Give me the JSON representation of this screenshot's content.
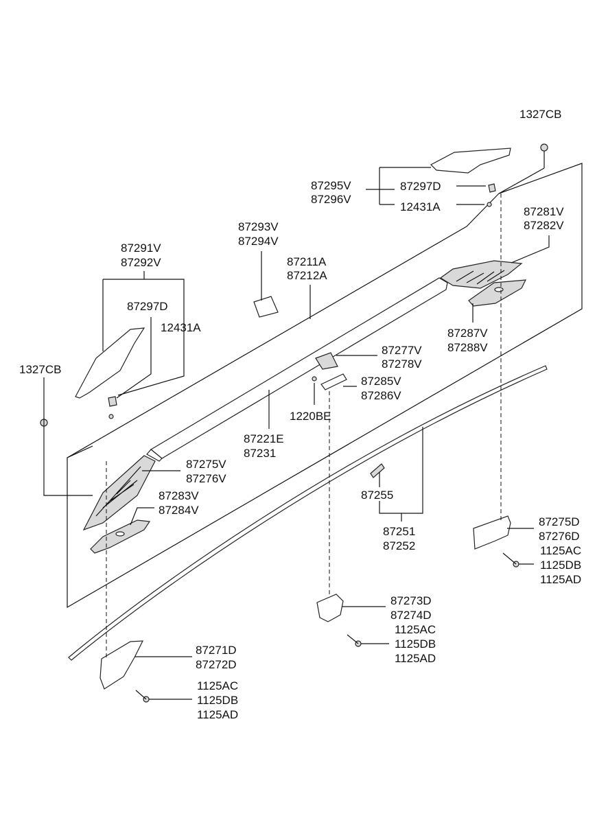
{
  "callouts": {
    "c1327cb_top": "1327CB",
    "c87295v": "87295V",
    "c87296v": "87296V",
    "c87297d_top": "87297D",
    "c12431a_top": "12431A",
    "c87281v": "87281V",
    "c87282v": "87282V",
    "c87293v": "87293V",
    "c87294v": "87294V",
    "c87291v": "87291V",
    "c87292v": "87292V",
    "c87211a": "87211A",
    "c87212a": "87212A",
    "c87297d_left": "87297D",
    "c12431a_left": "12431A",
    "c87287v": "87287V",
    "c87288v": "87288V",
    "c87277v": "87277V",
    "c87278v": "87278V",
    "c87285v": "87285V",
    "c87286v": "87286V",
    "c1327cb_left": "1327CB",
    "c1220be": "1220BE",
    "c87221e": "87221E",
    "c87231": "87231",
    "c87275v": "87275V",
    "c87276v": "87276V",
    "c87283v": "87283V",
    "c87284v": "87284V",
    "c87255": "87255",
    "c87251": "87251",
    "c87252": "87252",
    "c87275d": "87275D",
    "c87276d": "87276D",
    "c1125ac_r": "1125AC",
    "c1125db_r": "1125DB",
    "c1125ad_r": "1125AD",
    "c87273d": "87273D",
    "c87274d": "87274D",
    "c1125ac_m": "1125AC",
    "c1125db_m": "1125DB",
    "c1125ad_m": "1125AD",
    "c87271d": "87271D",
    "c87272d": "87272D",
    "c1125ac_l": "1125AC",
    "c1125db_l": "1125DB",
    "c1125ad_l": "1125AD"
  }
}
